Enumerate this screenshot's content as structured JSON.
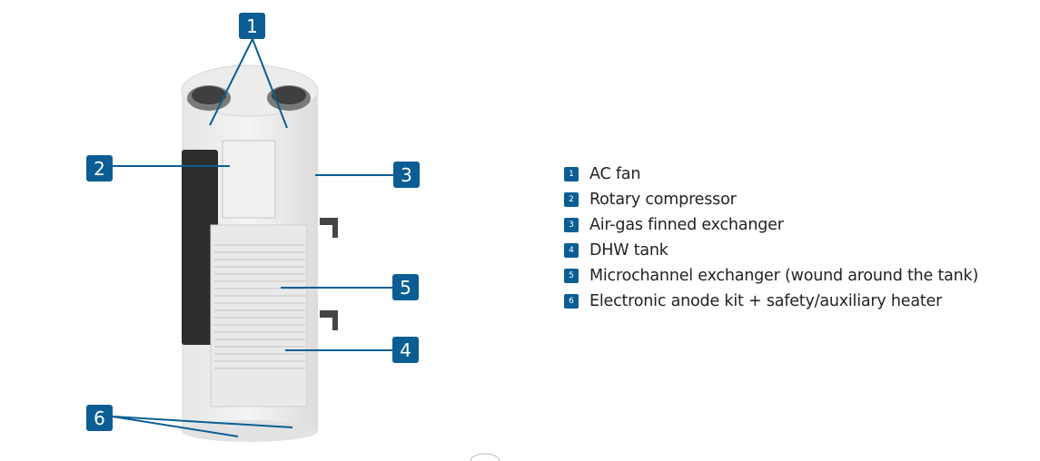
{
  "accent_color": "#0b5e94",
  "callouts": [
    "1",
    "2",
    "3",
    "4",
    "5",
    "6"
  ],
  "legend": [
    {
      "num": "1",
      "label": "AC fan"
    },
    {
      "num": "2",
      "label": "Rotary compressor"
    },
    {
      "num": "3",
      "label": "Air-gas finned exchanger"
    },
    {
      "num": "4",
      "label": "DHW tank"
    },
    {
      "num": "5",
      "label": "Microchannel exchanger (wound around the tank)"
    },
    {
      "num": "6",
      "label": "Electronic anode kit + safety/auxiliary heater"
    }
  ]
}
